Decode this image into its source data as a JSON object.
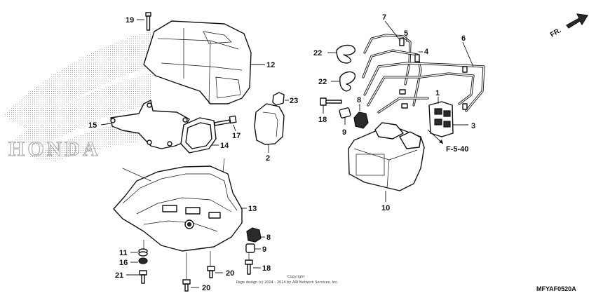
{
  "diagram": {
    "callouts": [
      {
        "id": "c19",
        "text": "19"
      },
      {
        "id": "c12",
        "text": "12"
      },
      {
        "id": "c15",
        "text": "15"
      },
      {
        "id": "c17",
        "text": "17"
      },
      {
        "id": "c14",
        "text": "14"
      },
      {
        "id": "c23",
        "text": "23"
      },
      {
        "id": "c2",
        "text": "2"
      },
      {
        "id": "c13",
        "text": "13"
      },
      {
        "id": "c8a",
        "text": "8"
      },
      {
        "id": "c9a",
        "text": "9"
      },
      {
        "id": "c11",
        "text": "11"
      },
      {
        "id": "c16",
        "text": "16"
      },
      {
        "id": "c21",
        "text": "21"
      },
      {
        "id": "c20a",
        "text": "20"
      },
      {
        "id": "c20b",
        "text": "20"
      },
      {
        "id": "c18a",
        "text": "18"
      },
      {
        "id": "c7",
        "text": "7"
      },
      {
        "id": "c5",
        "text": "5"
      },
      {
        "id": "c4",
        "text": "4"
      },
      {
        "id": "c6",
        "text": "6"
      },
      {
        "id": "c22a",
        "text": "22"
      },
      {
        "id": "c22b",
        "text": "22"
      },
      {
        "id": "c8b",
        "text": "8"
      },
      {
        "id": "c18b",
        "text": "18"
      },
      {
        "id": "c9b",
        "text": "9"
      },
      {
        "id": "c1",
        "text": "1"
      },
      {
        "id": "c3",
        "text": "3"
      },
      {
        "id": "c10",
        "text": "10"
      }
    ],
    "reference": "F-5-40",
    "front_label": "FR.",
    "watermark_text": "HONDA",
    "copyright_line1": "Copyright",
    "copyright_line2": "Page design (c) 2004 - 2014 by ARI Network Services, Inc.",
    "diagram_code": "MFYAF0520A"
  }
}
